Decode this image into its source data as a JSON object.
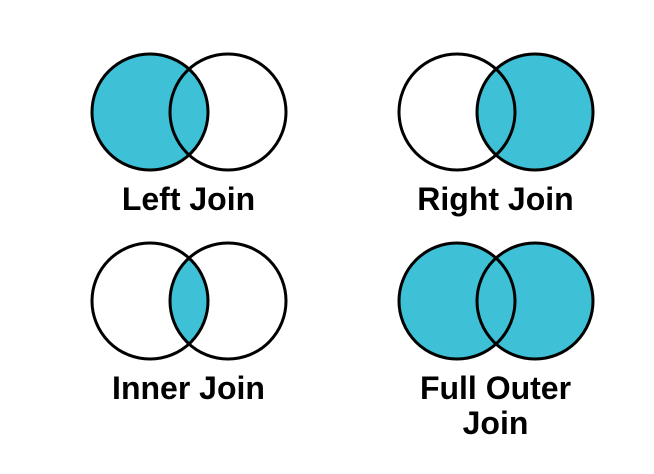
{
  "colors": {
    "fill": "#3EC1D6",
    "stroke": "#000000",
    "background": "#FFFFFF"
  },
  "diagrams": [
    {
      "id": "left-join",
      "label": "Left Join",
      "left_filled": true,
      "right_filled": false,
      "intersection_filled": true
    },
    {
      "id": "right-join",
      "label": "Right Join",
      "left_filled": false,
      "right_filled": true,
      "intersection_filled": true
    },
    {
      "id": "inner-join",
      "label": "Inner Join",
      "left_filled": false,
      "right_filled": false,
      "intersection_filled": true
    },
    {
      "id": "full-outer-join",
      "label": "Full Outer Join",
      "left_filled": true,
      "right_filled": true,
      "intersection_filled": true
    }
  ]
}
